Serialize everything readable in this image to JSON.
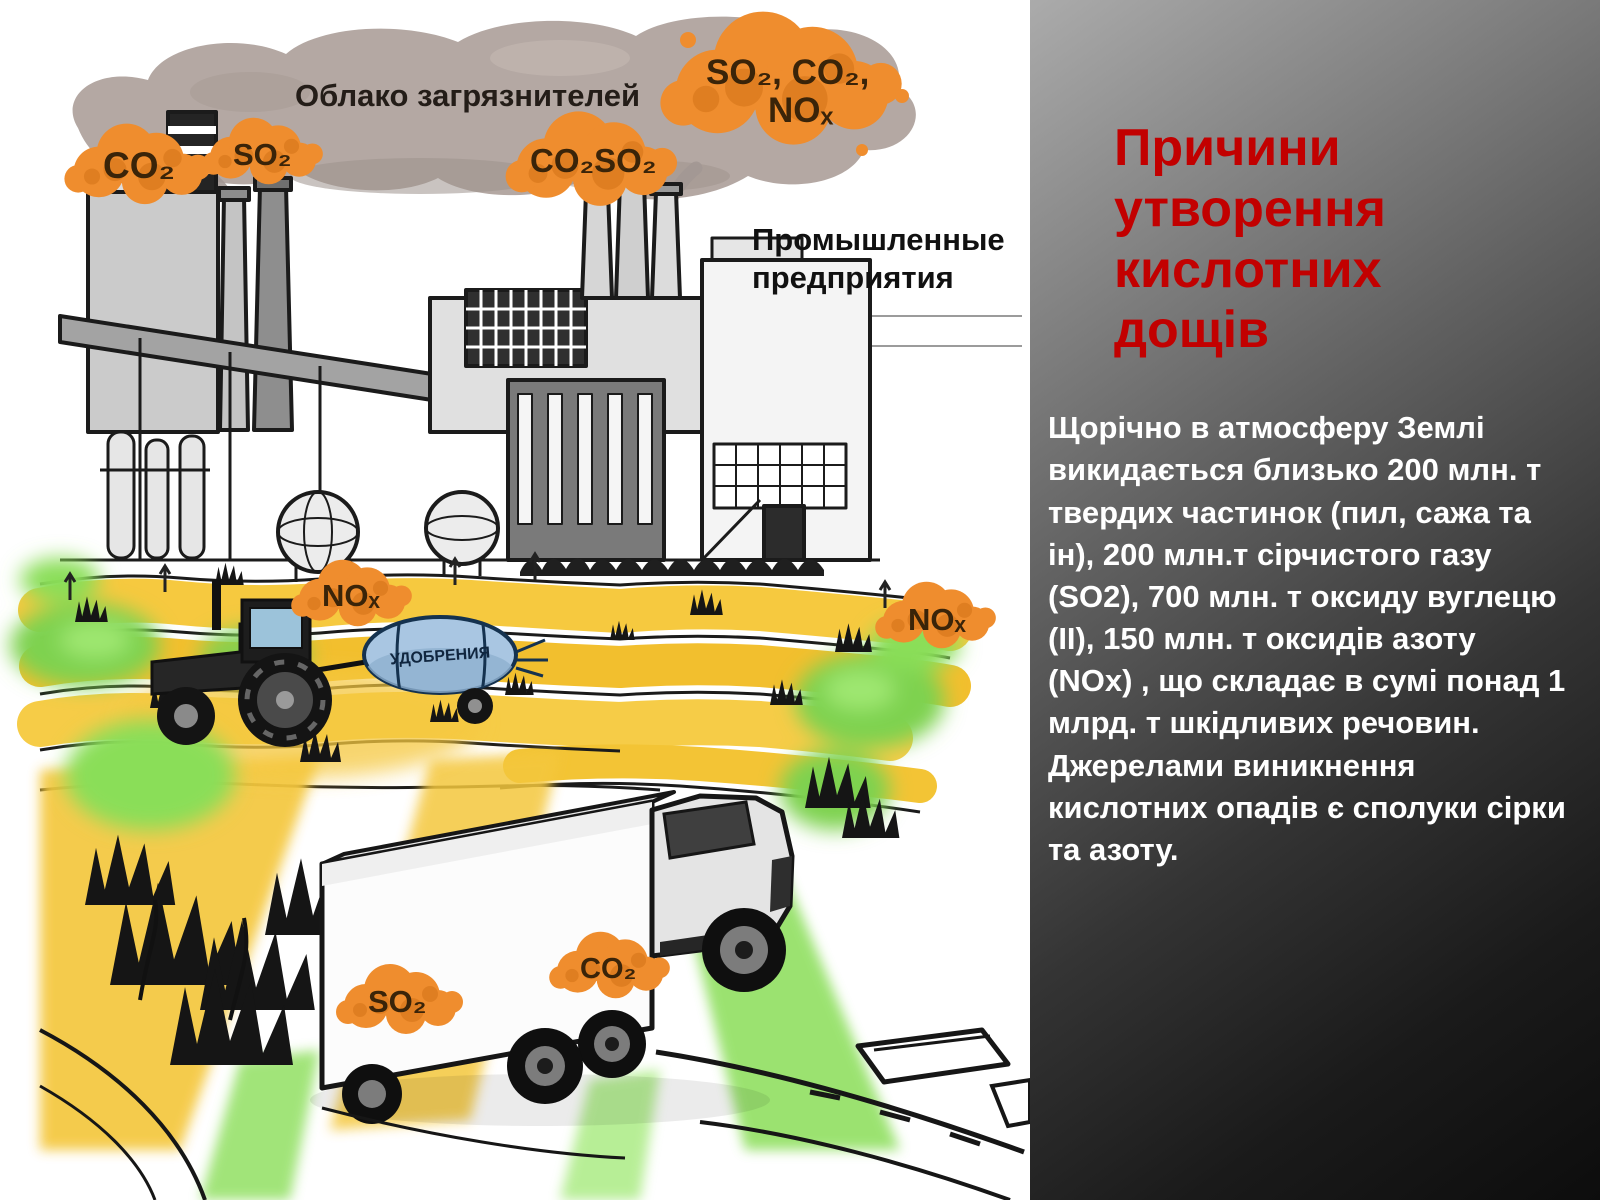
{
  "slide": {
    "title": "Причини утворення кислотних дощів",
    "body": "Щорічно в атмосферу Землі викидається близько 200 млн. т твердих частинок (пил, сажа та ін), 200 млн.т сірчистого газу (SO2), 700 млн. т оксиду вуглецю (II), 150 млн. т оксидів азоту (NOx) , що складає в сумі понад 1 млрд. т шкідливих речовин. Джерелами виникнення кислотних опадів є сполуки сірки та азоту."
  },
  "illustration": {
    "cloud_label": "Облако загрязнителей",
    "industry_label_line1": "Промышленные",
    "industry_label_line2": "предприятия",
    "tank_label": "УДОБРЕНИЯ",
    "chem_labels": {
      "top_cloud_line1": "SO₂, CO₂,",
      "top_cloud_line2": "NOₓ",
      "left_co2": "CO₂",
      "left_so2": "SO₂",
      "center_co2so2": "CO₂SO₂",
      "field_nox_left": "NOₓ",
      "field_nox_right": "NOₓ",
      "truck_so2": "SO₂",
      "truck_co2": "CO₂"
    }
  },
  "colors": {
    "title_red": "#c20000",
    "body_text": "#ffffff",
    "chem_cloud_orange": "#ef8d2e",
    "pollutant_cloud_gray": "#b4a8a3",
    "field_yellow": "#f5c840",
    "field_green": "#7ed24f",
    "panel_gradient_start": "#ababab",
    "panel_gradient_end": "#0d0d0d"
  }
}
